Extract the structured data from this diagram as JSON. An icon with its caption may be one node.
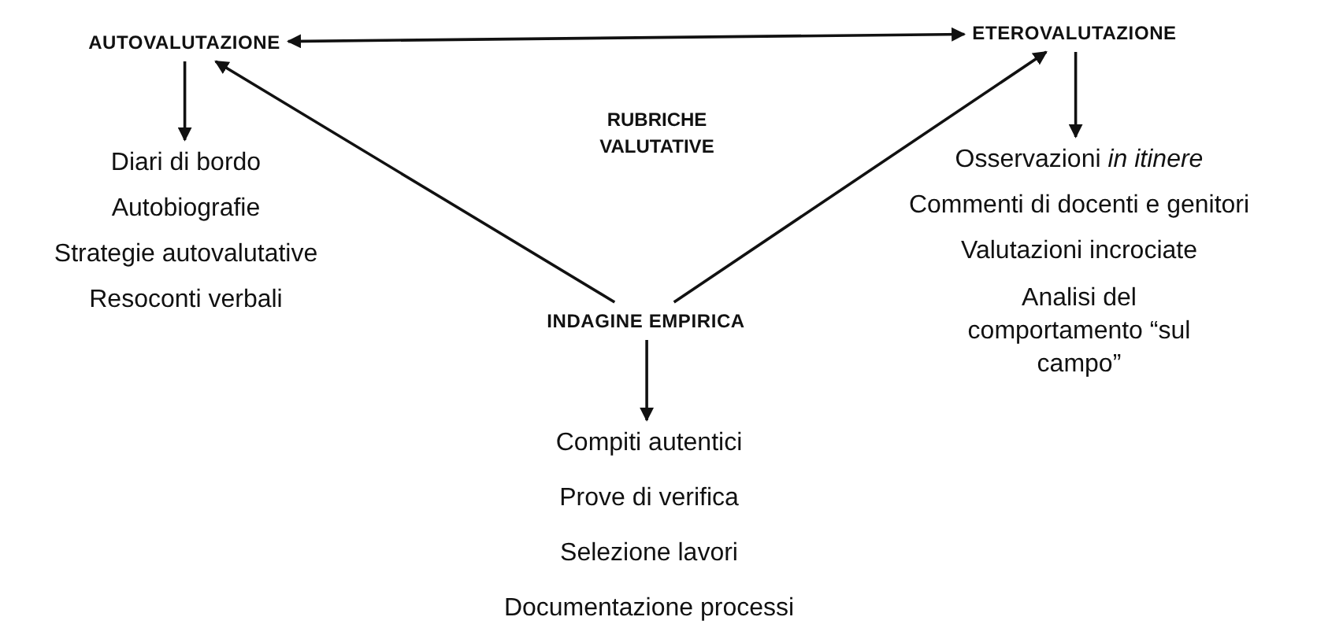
{
  "diagram": {
    "nodes": [
      {
        "text": [
          "AUTOVALUTAZIONE"
        ]
      },
      {
        "text": [
          "ETEROVALUTAZIONE"
        ]
      },
      {
        "text": [
          "INDAGINE EMPIRICA"
        ]
      },
      {
        "text": [
          "Diari di bordo",
          "Autobiografie",
          "Strategie autovalutative",
          "Resoconti verbali"
        ]
      },
      {
        "text": [
          "Osservazioni *in itinere*",
          "Commenti di docenti e genitori",
          "Valutazioni incrociate",
          "Analisi del comportamento “sul campo”"
        ]
      },
      {
        "text": [
          "Compiti autentici",
          "Prove di verifica",
          "Selezione lavori",
          "Documentazione processi"
        ]
      }
    ],
    "edges": [
      {
        "from": 0,
        "to": 1,
        "arrow": "both"
      },
      {
        "from": 2,
        "to": 0,
        "arrow": "to"
      },
      {
        "from": 2,
        "to": 1,
        "arrow": "to"
      },
      {
        "from": 0,
        "to": 3,
        "arrow": "to"
      },
      {
        "from": 1,
        "to": 4,
        "arrow": "to"
      },
      {
        "from": 2,
        "to": 5,
        "arrow": "to"
      }
    ],
    "labels": [
      "RUBRICHE VALUTATIVE"
    ]
  }
}
